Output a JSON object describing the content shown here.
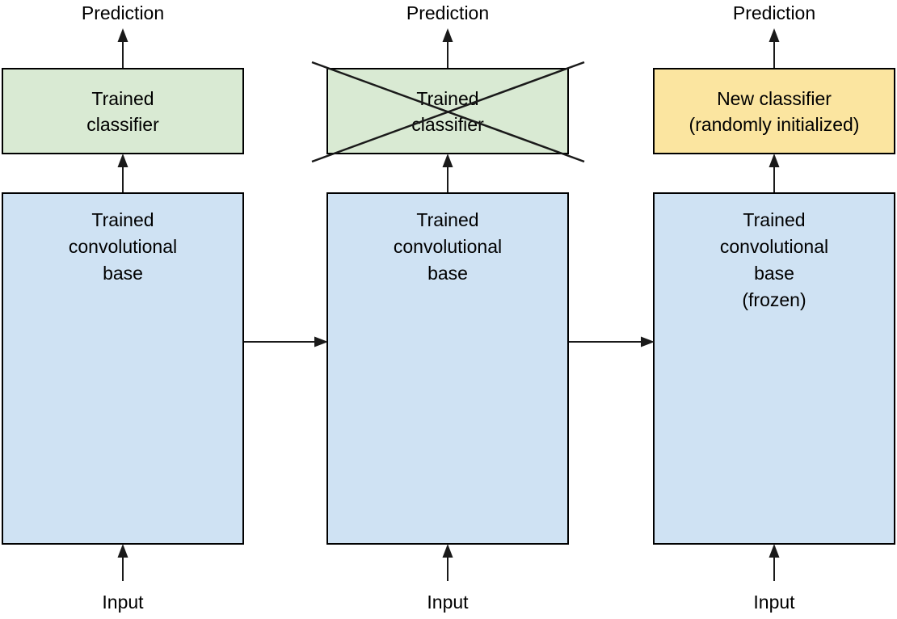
{
  "diagram": {
    "description": "Transfer learning / feature extraction with a pretrained convolutional base: swapping the trained classifier for a new randomly initialized classifier while keeping the convolutional base frozen",
    "colors": {
      "background": "#ffffff",
      "border": "#000000",
      "arrow": "#1a1a1a",
      "classifier_trained": "#d9ead3",
      "classifier_new": "#fbe5a0",
      "conv_base": "#cfe2f3"
    },
    "columns": [
      {
        "prediction_label": "Prediction",
        "classifier": {
          "lines": [
            "Trained",
            "classifier"
          ],
          "crossed_out": false
        },
        "base": {
          "lines": [
            "Trained",
            "convolutional",
            "base"
          ]
        },
        "input_label": "Input"
      },
      {
        "prediction_label": "Prediction",
        "classifier": {
          "lines": [
            "Trained",
            "classifier"
          ],
          "crossed_out": true
        },
        "base": {
          "lines": [
            "Trained",
            "convolutional",
            "base"
          ]
        },
        "input_label": "Input"
      },
      {
        "prediction_label": "Prediction",
        "classifier": {
          "lines": [
            "New classifier",
            "(randomly initialized)"
          ],
          "crossed_out": false
        },
        "base": {
          "lines": [
            "Trained",
            "convolutional",
            "base",
            "(frozen)"
          ]
        },
        "input_label": "Input"
      }
    ]
  }
}
